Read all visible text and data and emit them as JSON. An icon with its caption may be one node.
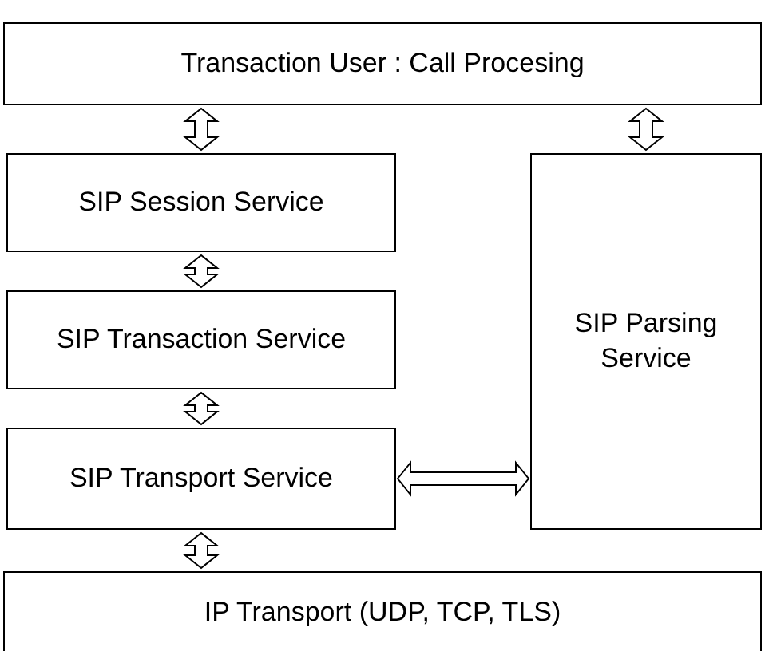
{
  "diagram": {
    "nodes": [
      {
        "text": [
          "Transaction User : Call Procesing"
        ]
      },
      {
        "text": [
          "SIP Session Service"
        ]
      },
      {
        "text": [
          "SIP Parsing Service"
        ]
      },
      {
        "text": [
          "SIP Transaction Service"
        ]
      },
      {
        "text": [
          "SIP Transport Service"
        ]
      },
      {
        "text": [
          "IP Transport (UDP, TCP, TLS)"
        ]
      }
    ],
    "edges": [
      {
        "from": 0,
        "to": 1,
        "arrow": "both"
      },
      {
        "from": 0,
        "to": 2,
        "arrow": "both"
      },
      {
        "from": 1,
        "to": 3,
        "arrow": "both"
      },
      {
        "from": 3,
        "to": 4,
        "arrow": "both"
      },
      {
        "from": 4,
        "to": 2,
        "arrow": "both"
      },
      {
        "from": 4,
        "to": 5,
        "arrow": "both"
      }
    ]
  }
}
